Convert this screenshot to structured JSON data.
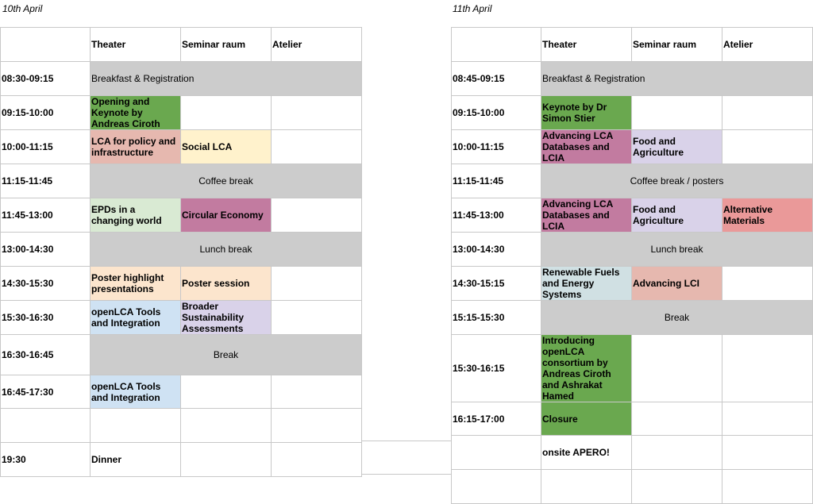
{
  "colors": {
    "grey": "#cccccc",
    "green": "#6aa84f",
    "salmon": "#e6b8af",
    "cream": "#fff2cc",
    "lightgreen": "#d9ead3",
    "magenta": "#c27ba0",
    "peach": "#fce5cd",
    "lightblue": "#cfe2f3",
    "lavender": "#d9d2e9",
    "pinkred": "#ea9999",
    "greyblue": "#d0e0e3"
  },
  "day1": {
    "title": "10th April",
    "headers": [
      "",
      "Theater",
      "Seminar raum",
      "Atelier"
    ],
    "rows": [
      {
        "time": "08:30-09:15",
        "cells": [
          {
            "text": "Breakfast & Registration",
            "span": 3,
            "color": "grey",
            "style": "norm"
          }
        ]
      },
      {
        "time": "09:15-10:00",
        "cells": [
          {
            "text": "Opening and Keynote by Andreas Ciroth",
            "color": "green"
          },
          {
            "text": ""
          },
          {
            "text": ""
          }
        ]
      },
      {
        "time": "10:00-11:15",
        "cells": [
          {
            "text": "LCA for policy and infrastructure",
            "color": "salmon"
          },
          {
            "text": "Social LCA",
            "color": "cream"
          },
          {
            "text": ""
          }
        ]
      },
      {
        "time": "11:15-11:45",
        "cells": [
          {
            "text": "Coffee break",
            "span": 3,
            "color": "grey",
            "style": "center"
          }
        ]
      },
      {
        "time": "11:45-13:00",
        "cells": [
          {
            "text": "EPDs in a changing world",
            "color": "lightgreen"
          },
          {
            "text": "Circular Economy",
            "color": "magenta"
          },
          {
            "text": ""
          }
        ]
      },
      {
        "time": "13:00-14:30",
        "cells": [
          {
            "text": "Lunch break",
            "span": 3,
            "color": "grey",
            "style": "center"
          }
        ]
      },
      {
        "time": "14:30-15:30",
        "cells": [
          {
            "text": "Poster highlight presentations",
            "color": "peach"
          },
          {
            "text": "Poster session",
            "color": "peach"
          },
          {
            "text": ""
          }
        ]
      },
      {
        "time": "15:30-16:30",
        "cells": [
          {
            "text": "openLCA Tools and Integration",
            "color": "lightblue"
          },
          {
            "text": "Broader Sustainability Assessments",
            "color": "lavender"
          },
          {
            "text": ""
          }
        ]
      },
      {
        "time": "16:30-16:45",
        "cells": [
          {
            "text": "Break",
            "span": 3,
            "color": "grey",
            "style": "center"
          }
        ]
      },
      {
        "time": "16:45-17:30",
        "cells": [
          {
            "text": "openLCA Tools and Integration",
            "color": "lightblue"
          },
          {
            "text": ""
          },
          {
            "text": ""
          }
        ]
      },
      {
        "time": "",
        "cells": [
          {
            "text": ""
          },
          {
            "text": ""
          },
          {
            "text": ""
          }
        ]
      },
      {
        "time": "19:30",
        "cells": [
          {
            "text": "Dinner"
          },
          {
            "text": ""
          },
          {
            "text": ""
          }
        ]
      }
    ]
  },
  "day2": {
    "title": "11th April",
    "headers": [
      "",
      "Theater",
      "Seminar raum",
      "Atelier"
    ],
    "rows": [
      {
        "time": "08:45-09:15",
        "cells": [
          {
            "text": "Breakfast & Registration",
            "span": 3,
            "color": "grey",
            "style": "norm"
          }
        ]
      },
      {
        "time": "09:15-10:00",
        "cells": [
          {
            "text": "Keynote by Dr Simon Stier",
            "color": "green"
          },
          {
            "text": ""
          },
          {
            "text": ""
          }
        ]
      },
      {
        "time": "10:00-11:15",
        "cells": [
          {
            "text": "Advancing LCA Databases and LCIA",
            "color": "magenta"
          },
          {
            "text": "Food and Agriculture",
            "color": "lavender"
          },
          {
            "text": ""
          }
        ]
      },
      {
        "time": "11:15-11:45",
        "cells": [
          {
            "text": "Coffee break / posters",
            "span": 3,
            "color": "grey",
            "style": "center"
          }
        ]
      },
      {
        "time": "11:45-13:00",
        "cells": [
          {
            "text": "Advancing LCA Databases and LCIA",
            "color": "magenta"
          },
          {
            "text": "Food and Agriculture",
            "color": "lavender"
          },
          {
            "text": "Alternative Materials",
            "color": "pinkred"
          }
        ]
      },
      {
        "time": "13:00-14:30",
        "cells": [
          {
            "text": "Lunch break",
            "span": 3,
            "color": "grey",
            "style": "center"
          }
        ]
      },
      {
        "time": "14:30-15:15",
        "cells": [
          {
            "text": "Renewable Fuels and Energy Systems",
            "color": "greyblue"
          },
          {
            "text": "Advancing LCI",
            "color": "salmon"
          },
          {
            "text": ""
          }
        ]
      },
      {
        "time": "15:15-15:30",
        "cells": [
          {
            "text": "Break",
            "span": 3,
            "color": "grey",
            "style": "center"
          }
        ]
      },
      {
        "time": "15:30-16:15",
        "cells": [
          {
            "text": "Introducing openLCA consortium by Andreas Ciroth and Ashrakat Hamed",
            "color": "green",
            "style": "small"
          },
          {
            "text": ""
          },
          {
            "text": ""
          }
        ]
      },
      {
        "time": "16:15-17:00",
        "cells": [
          {
            "text": "Closure",
            "color": "green"
          },
          {
            "text": ""
          },
          {
            "text": ""
          }
        ]
      },
      {
        "time": "",
        "cells": [
          {
            "text": "onsite APERO!"
          },
          {
            "text": ""
          },
          {
            "text": ""
          }
        ]
      },
      {
        "time": "",
        "cells": [
          {
            "text": ""
          },
          {
            "text": ""
          },
          {
            "text": ""
          }
        ]
      }
    ]
  }
}
